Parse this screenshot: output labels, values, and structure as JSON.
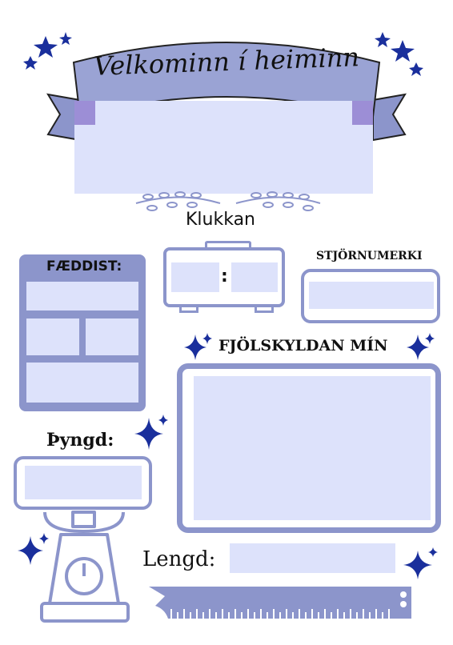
{
  "banner": {
    "title": "Velkominn í heiminn"
  },
  "clock": {
    "label": "Klukkan",
    "separator": ":"
  },
  "birth": {
    "label": "FÆDDIST:"
  },
  "zodiac": {
    "label": "STJÖRNUMERKI"
  },
  "family": {
    "label": "FJÖLSKYLDAN MÍN"
  },
  "weight": {
    "label": "Þyngd:"
  },
  "length": {
    "label": "Lengd:"
  },
  "colors": {
    "primary": "#8c95cb",
    "field": "#dde2fb",
    "star": "#1a2f9c",
    "accent": "#9c8ed6"
  }
}
